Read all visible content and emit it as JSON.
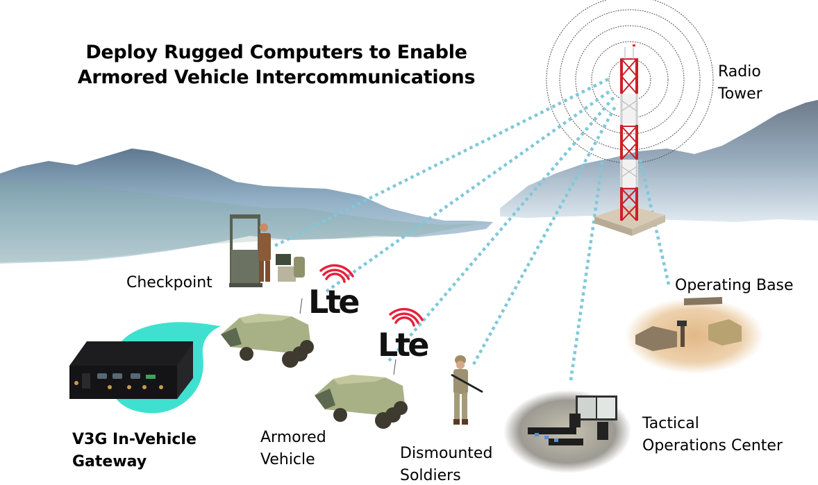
{
  "title": {
    "line1": "Deploy Rugged Computers to Enable",
    "line2": "Armored Vehicle Intercommunications"
  },
  "nodes": {
    "radio_tower": {
      "line1": "Radio",
      "line2": "Tower"
    },
    "checkpoint": {
      "label": "Checkpoint"
    },
    "operating_base": {
      "label": "Operating Base"
    },
    "gateway": {
      "line1": "V3G In-Vehicle",
      "line2": "Gateway"
    },
    "armored_vehicle": {
      "line1": "Armored",
      "line2": "Vehicle"
    },
    "dismounted_soldiers": {
      "line1": "Dismounted",
      "line2": "Soldiers"
    },
    "toc": {
      "line1": "Tactical",
      "line2": "Operations Center"
    }
  },
  "badges": {
    "lte_1": "Lte",
    "lte_2": "Lte"
  },
  "colors": {
    "link_dots": "#7fc8da",
    "tower_red": "#cc1f2a",
    "gateway_bubble": "#40e0d0",
    "lte_red": "#e8203a",
    "mountain": "#7f97ad"
  }
}
